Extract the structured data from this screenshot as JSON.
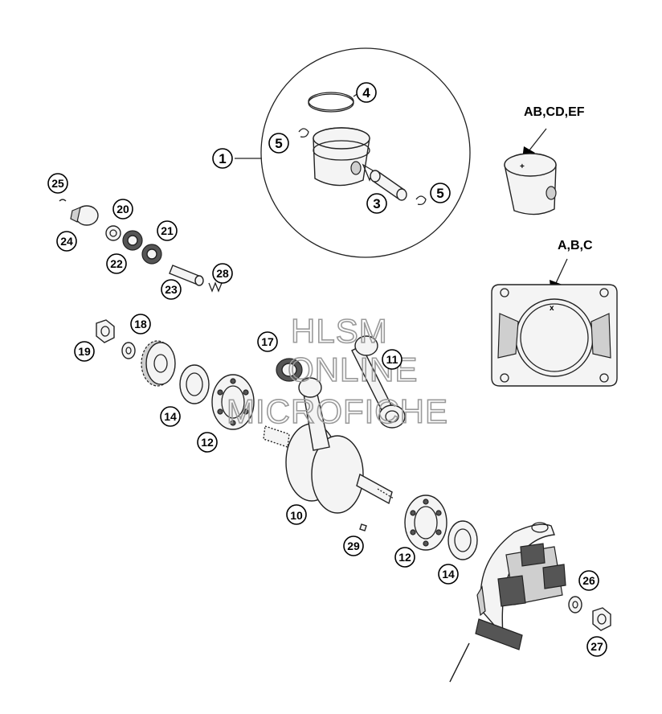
{
  "callouts": {
    "piston_marking": "AB,CD,EF",
    "cylinder_marking": "A,B,C"
  },
  "watermark": {
    "line1": "HLSM",
    "line2": "ONLINE",
    "line3": "MICROFICHE"
  },
  "parts": [
    {
      "id": "p1",
      "num": "1"
    },
    {
      "id": "p3",
      "num": "3"
    },
    {
      "id": "p4",
      "num": "4"
    },
    {
      "id": "p5a",
      "num": "5"
    },
    {
      "id": "p5b",
      "num": "5"
    },
    {
      "id": "p10",
      "num": "10"
    },
    {
      "id": "p11",
      "num": "11"
    },
    {
      "id": "p12a",
      "num": "12"
    },
    {
      "id": "p12b",
      "num": "12"
    },
    {
      "id": "p14a",
      "num": "14"
    },
    {
      "id": "p14b",
      "num": "14"
    },
    {
      "id": "p17",
      "num": "17"
    },
    {
      "id": "p18",
      "num": "18"
    },
    {
      "id": "p19",
      "num": "19"
    },
    {
      "id": "p20",
      "num": "20"
    },
    {
      "id": "p21",
      "num": "21"
    },
    {
      "id": "p22",
      "num": "22"
    },
    {
      "id": "p23",
      "num": "23"
    },
    {
      "id": "p24",
      "num": "24"
    },
    {
      "id": "p25",
      "num": "25"
    },
    {
      "id": "p26",
      "num": "26"
    },
    {
      "id": "p27",
      "num": "27"
    },
    {
      "id": "p28",
      "num": "28"
    },
    {
      "id": "p29",
      "num": "29"
    }
  ]
}
